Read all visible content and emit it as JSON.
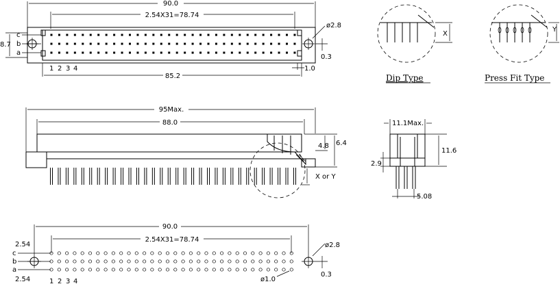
{
  "front_view": {
    "dim_overall": "90.0",
    "dim_pitch": "2.54X31=78.74",
    "dim_hole": "ø2.8",
    "dim_height": "8.7",
    "row_c": "c",
    "row_b": "b",
    "row_a": "a",
    "dim_offset": "0.3",
    "pin_1": "1",
    "pin_2": "2",
    "pin_3": "3",
    "pin_4": "4",
    "dim_span": "85.2",
    "dim_edge": "1.0"
  },
  "detail_views": {
    "dip_label": "Dip Type",
    "press_fit_label": "Press Fit Type",
    "x_label": "X",
    "y_label": "Y"
  },
  "side_view": {
    "dim_max": "95Max.",
    "dim_inner": "88.0",
    "dim_48": "4.8",
    "dim_64": "6.4",
    "x_or_y": "X or Y"
  },
  "end_view": {
    "dim_width": "11.1Max.",
    "dim_height": "11.6",
    "dim_29": "2.9",
    "dim_508": "5.08"
  },
  "bottom_view": {
    "dim_overall": "90.0",
    "dim_pitch": "2.54X31=78.74",
    "dim_hole": "ø2.8",
    "dim_254_top": "2.54",
    "dim_254_bottom": "2.54",
    "row_c": "c",
    "row_b": "b",
    "row_a": "a",
    "dim_offset": "0.3",
    "dim_pin_hole": "ø1.0",
    "pin_1": "1",
    "pin_2": "2",
    "pin_3": "3",
    "pin_4": "4"
  }
}
